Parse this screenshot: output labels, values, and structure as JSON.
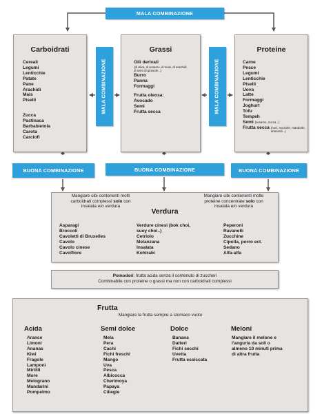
{
  "mala_top": "MALA COMBINAZIONE",
  "mala_left": "MALA COMBINAZIONE",
  "mala_right": "MALA COMBINAZIONE",
  "buona_left": "BUONA COMBINAZIONE",
  "buona_center": "BUONA COMBINAZIONE",
  "buona_right": "BUONA COMBINAZIONE",
  "carboidrati": {
    "title": "Carboidrati",
    "items1": [
      "Cereali",
      "Legumi",
      "Lenticchie",
      "Patate",
      "Pane",
      "Arachidi",
      "Mais",
      "Piselli"
    ],
    "items2": [
      "Zucca",
      "Pastinaca",
      "Barbabietola",
      "Carota",
      "Carciofi"
    ]
  },
  "grassi": {
    "title": "Grassi",
    "olii": "Olii derivati",
    "olii_note": "(di oliva, di sesamo, di mais, di arachidi, di semi di girasole...)",
    "items1": [
      "Burro",
      "Panna",
      "Formaggi"
    ],
    "frutta_oleosa": "Frutta oleosa:",
    "items2": [
      "Avocado",
      "Semi",
      "Frutta secca"
    ]
  },
  "proteine": {
    "title": "Proteine",
    "items1": [
      "Carne",
      "Pesce",
      "Legumi",
      "Lenticchie",
      "Piselli",
      "Uova",
      "Latte",
      "Formaggi",
      "Joghurt",
      "Tofu",
      "Tempeh"
    ],
    "semi": "Semi",
    "semi_note": "(sesamo, zucca...)",
    "frutta_secca": "Frutta secca",
    "frutta_secca_note": "(noci, nocciole, mandorle, anacardi...)"
  },
  "verdura": {
    "title": "Verdura",
    "note_left_1": "Mangiare cibi contenenti molti",
    "note_left_2": "carboidrati complessi",
    "note_left_3": "solo",
    "note_left_4": "con",
    "note_left_5": "insalata e/o verdura",
    "note_right_1": "Mangiare cibi contenenti molte",
    "note_right_2": "proteine concentrate",
    "note_right_3": "solo",
    "note_right_4": "con",
    "note_right_5": "insalata e/o verdura",
    "col1": [
      "Asparagi",
      "Broccoli",
      "Cavoletti di Bruxelles",
      "Cavolo",
      "Cavolo cinese",
      "Cavolfiore"
    ],
    "col2": [
      "Verdure cinesi (bok choi,",
      "suey choi..)",
      "Cetriolo",
      "Melanzana",
      "Insalata",
      "Kohlrabi"
    ],
    "col3": [
      "Peperoni",
      "Ravanelli",
      "Zucchine",
      "Cipolla, porro ect.",
      "Sedano",
      "Alfa-alfa"
    ]
  },
  "pomodori": {
    "label": "Pomodori",
    "line1": ": frutta acida senza il contenuto di zuccheri",
    "line2": "Combinabile con proteine o grassi ma non con carboidrati complessi"
  },
  "frutta": {
    "title": "Frutta",
    "subtitle": "Mangiare la frutta sempre a stomaco vuoto",
    "acida_title": "Acida",
    "acida": [
      "Arance",
      "Limoni",
      "Ananas",
      "Kiwi",
      "Fragole",
      "Lamponi",
      "Mirtilli",
      "More",
      "Melograno",
      "Mandarini",
      "Pompelmo"
    ],
    "semidolce_title": "Semi dolce",
    "semidolce": [
      "Mela",
      "Pera",
      "Cachi",
      "Fichi freschi",
      "Mango",
      "Uva",
      "Pesca",
      "Albicocca",
      "Cherimoya",
      "Papaya",
      "Ciliegie"
    ],
    "dolce_title": "Dolce",
    "dolce": [
      "Banana",
      "Datteri",
      "Fichi secchi",
      "Uvetta",
      "Frutta essiccata"
    ],
    "meloni_title": "Meloni",
    "meloni": [
      "Mangiare il melone e",
      "l'anguria da soli o",
      "almeno 10 minuti prima",
      "di altra frutta"
    ]
  }
}
